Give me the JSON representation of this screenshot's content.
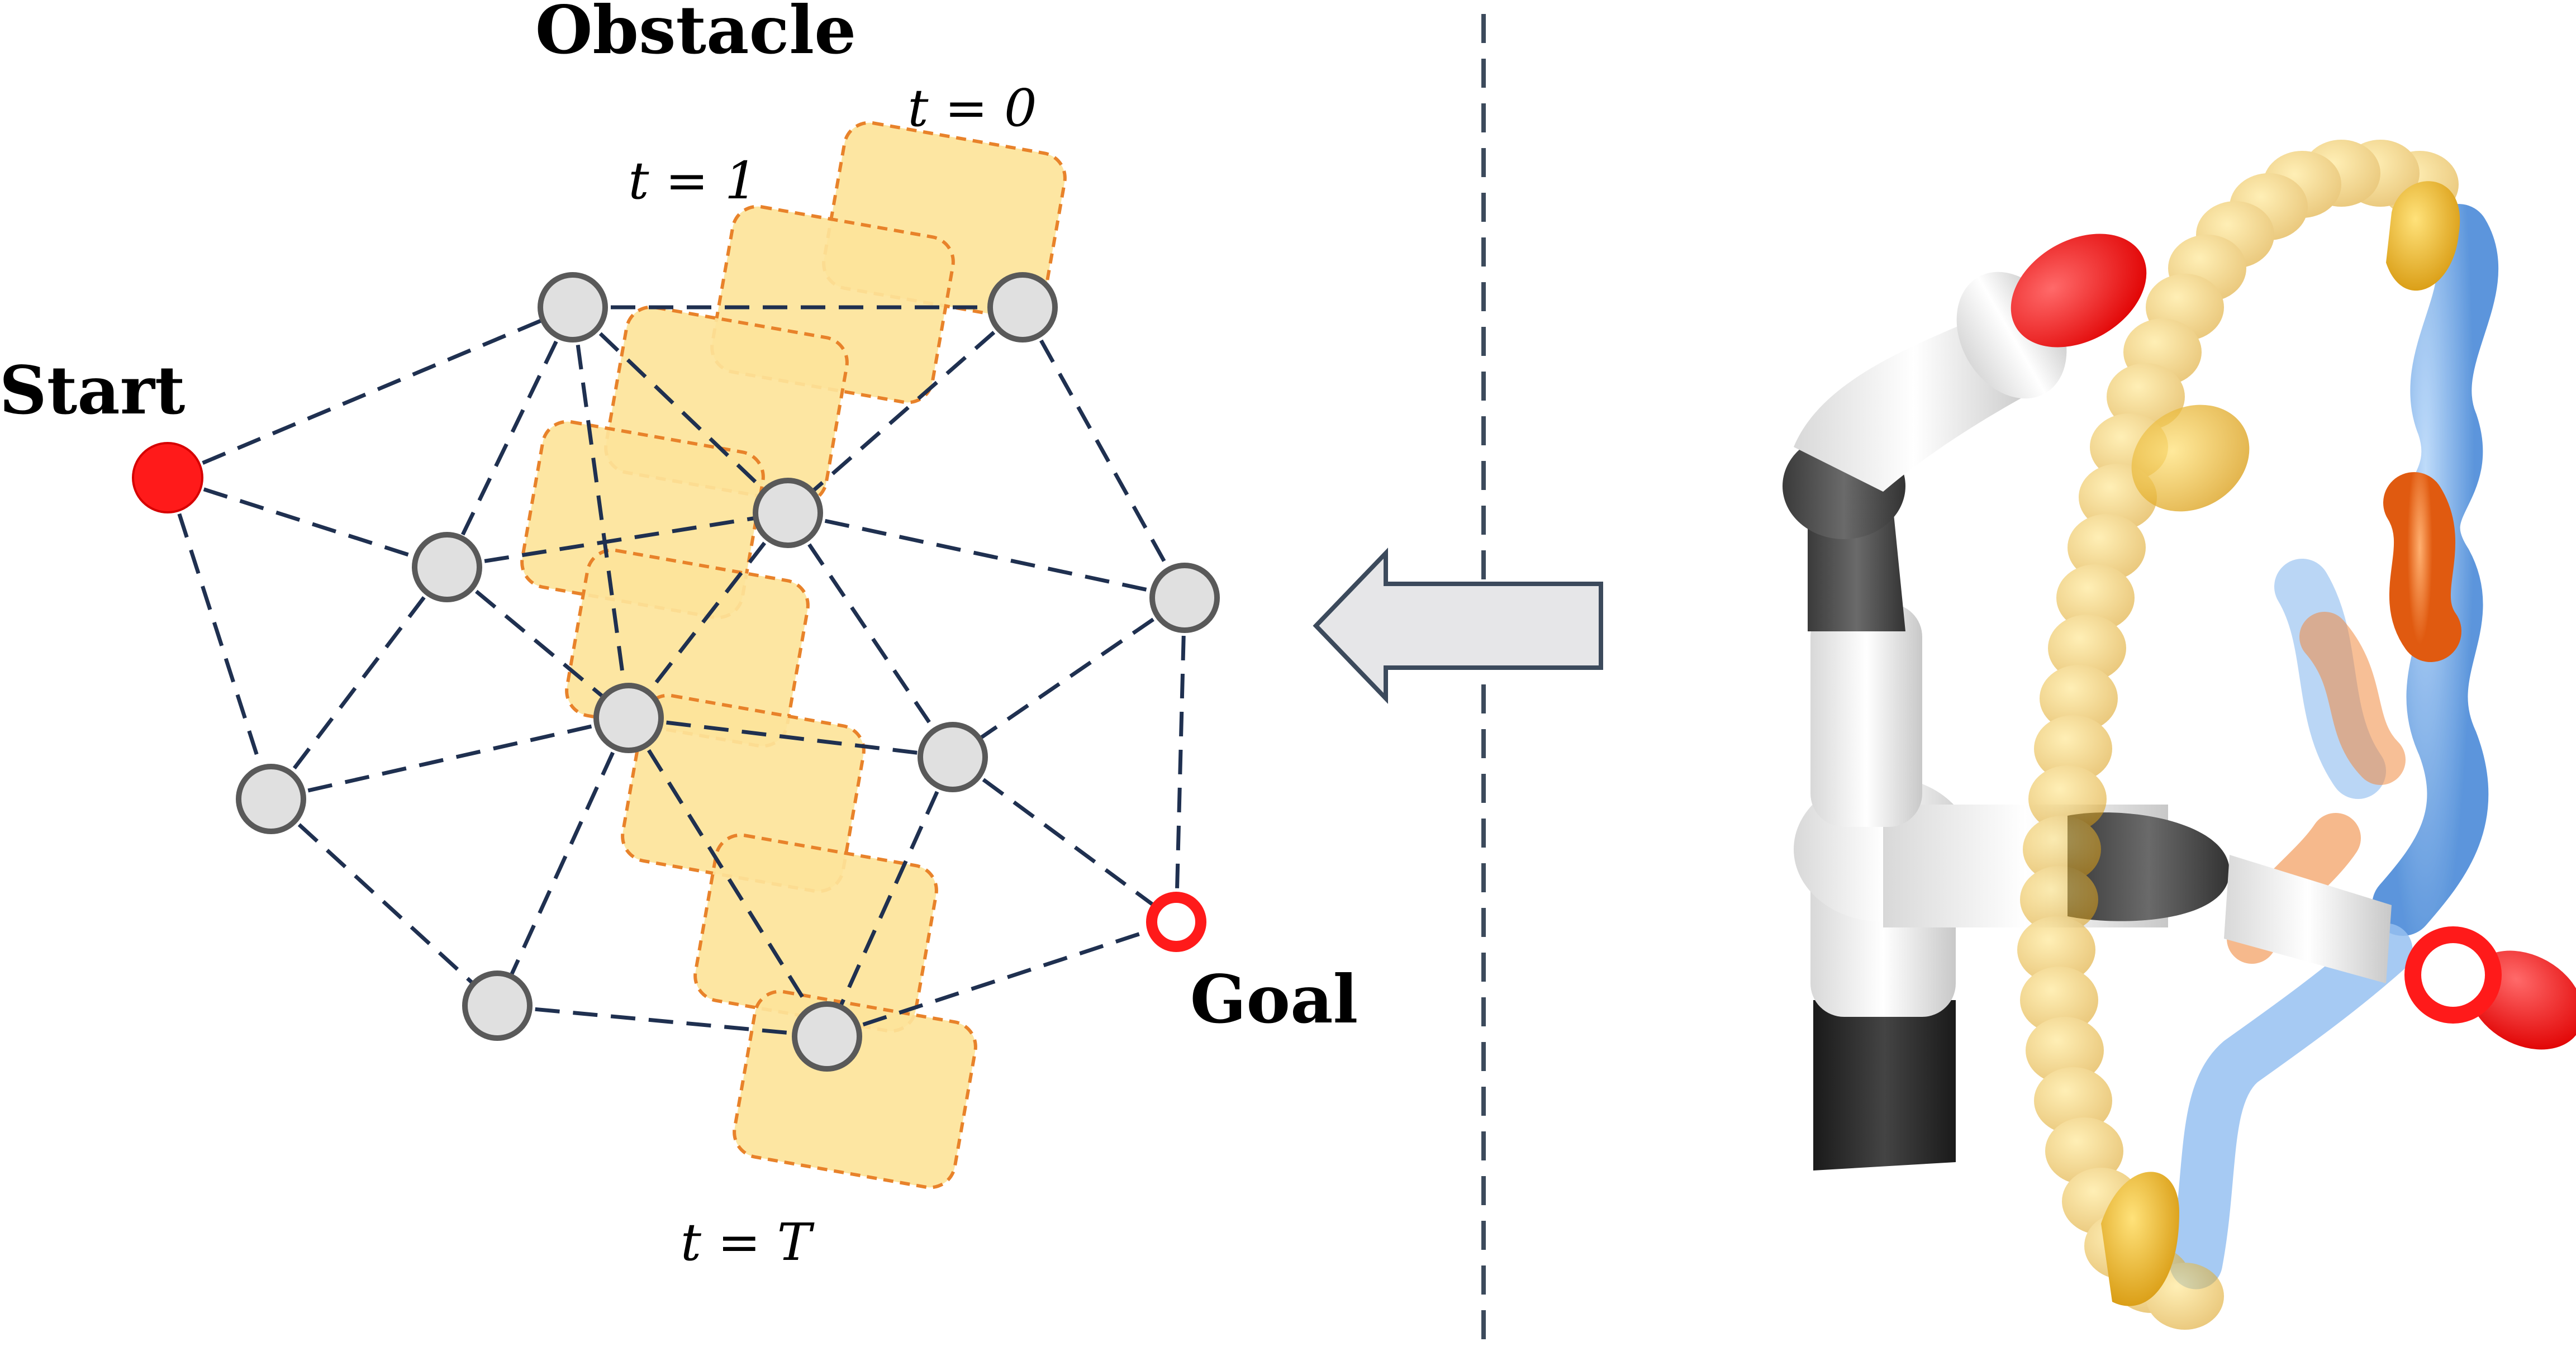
{
  "labels": {
    "obstacle": "Obstacle",
    "start": "Start",
    "goal": "Goal",
    "t0": "t = 0",
    "t1": "t = 1",
    "tT": "t = T"
  },
  "colors": {
    "obstacle_fill": "#fde49a",
    "obstacle_border": "#e8822a",
    "edge": "#1f3050",
    "node_fill": "#e0e0e0",
    "node_stroke": "#595959",
    "start_goal": "#ff1a1a",
    "arrow_fill": "#e6e6e8",
    "arrow_stroke": "#3c4a5c",
    "divider": "#3c4a5c",
    "robot_white": "#f2f2f2",
    "robot_dark": "#4a4a4a",
    "robot_black": "#2a2a2a",
    "trail_yellow": "#f2bf2a",
    "trail_blue": "#6aa8e8",
    "trail_orange": "#f07a20"
  },
  "icons": {
    "arrow": "left-arrow-icon",
    "robot": "robot-arm-icon"
  }
}
